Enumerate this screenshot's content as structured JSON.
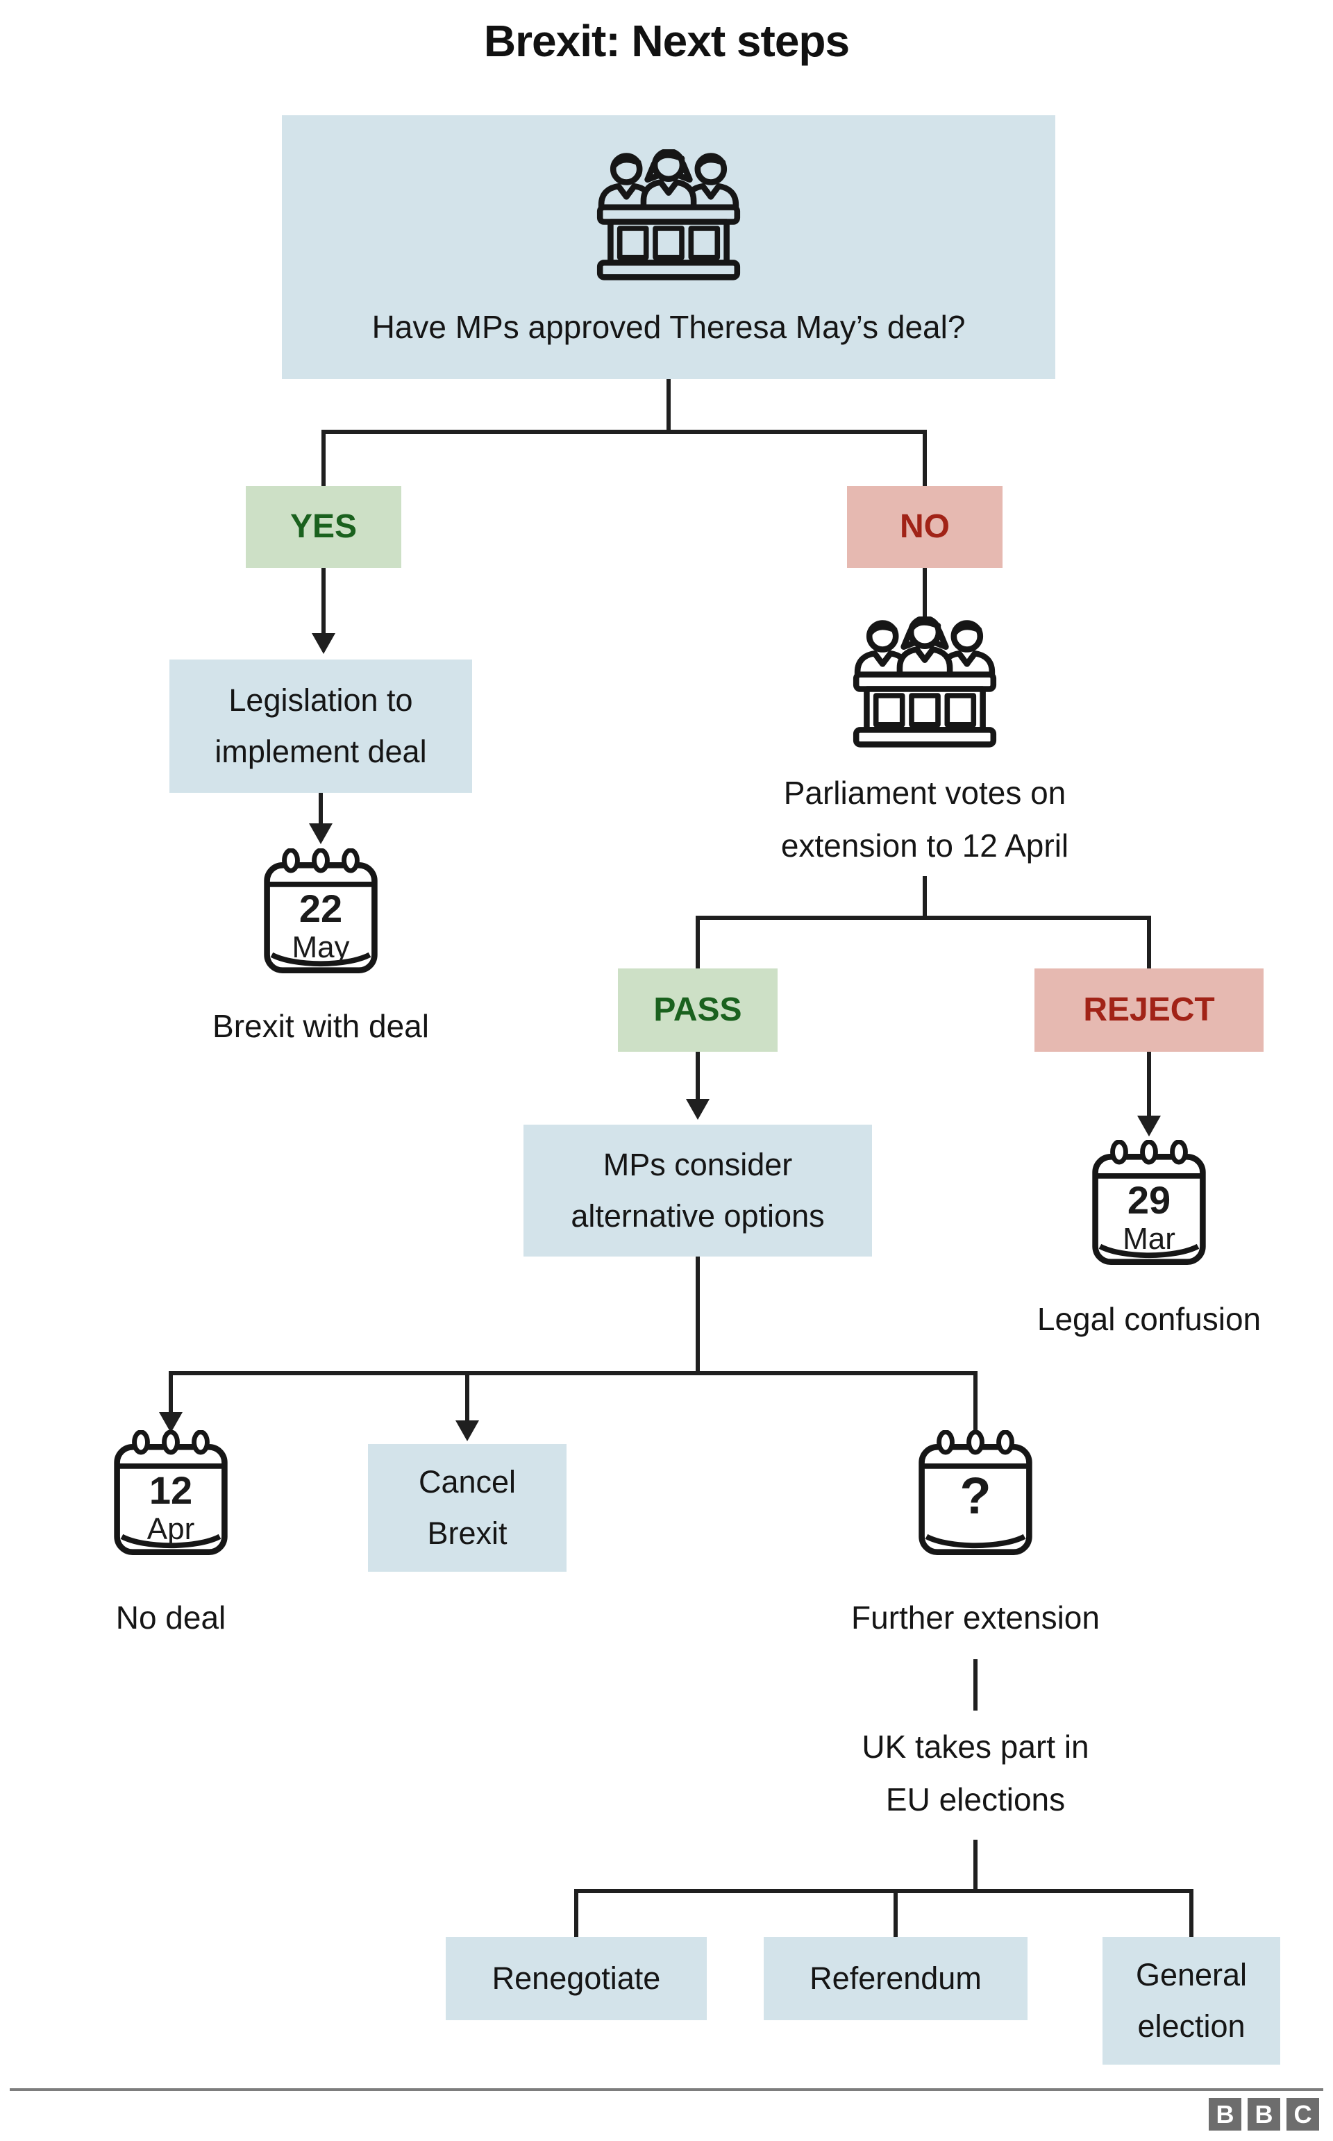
{
  "title": "Brexit: Next steps",
  "colors": {
    "box_blue": "#d3e3ea",
    "yes_pass_bg": "#cde0c6",
    "yes_pass_text": "#1a611e",
    "no_reject_bg": "#e6b9b1",
    "no_reject_text": "#a12317",
    "line": "#1f1f1f",
    "divider_grey": "#7d7d7d",
    "bbc_logo_grey": "#6d6d6d"
  },
  "flow": {
    "question": "Have MPs approved Theresa May’s deal?",
    "yes": "YES",
    "no": "NO",
    "legislation": {
      "line1": "Legislation to",
      "line2": "implement deal"
    },
    "cal_22_may": {
      "day": "22",
      "month": "May"
    },
    "brexit_with_deal": "Brexit with deal",
    "parliament_votes": {
      "line1": "Parliament votes on",
      "line2": "extension to 12 April"
    },
    "pass": "PASS",
    "reject": "REJECT",
    "mps_consider": {
      "line1": "MPs consider",
      "line2": "alternative options"
    },
    "cal_29_mar": {
      "day": "29",
      "month": "Mar"
    },
    "legal_confusion": "Legal confusion",
    "cal_12_apr": {
      "day": "12",
      "month": "Apr"
    },
    "no_deal": "No deal",
    "cancel_brexit": {
      "line1": "Cancel",
      "line2": "Brexit"
    },
    "cal_unknown": {
      "day": "?"
    },
    "further_extension": "Further extension",
    "uk_eu_elections": {
      "line1": "UK takes part in",
      "line2": "EU elections"
    },
    "renegotiate": "Renegotiate",
    "referendum": "Referendum",
    "general_election": {
      "line1": "General",
      "line2": "election"
    }
  },
  "footer": {
    "logo_letters": [
      "B",
      "B",
      "C"
    ]
  }
}
